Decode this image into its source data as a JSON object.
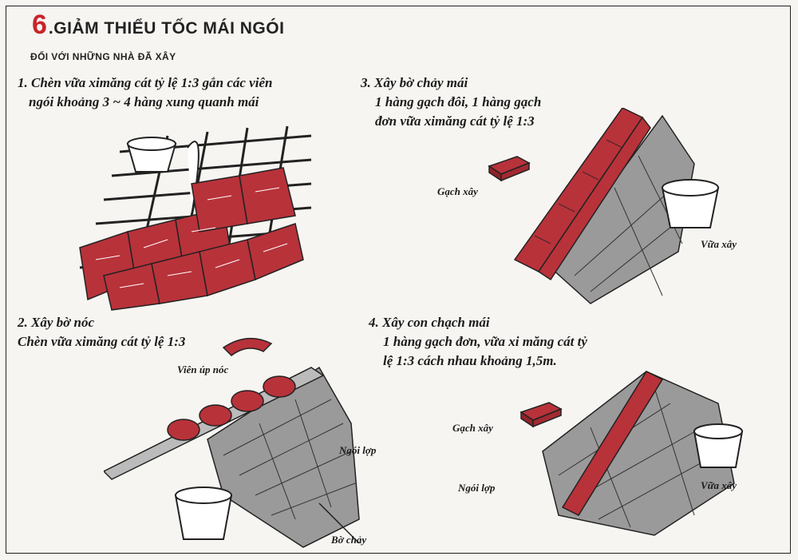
{
  "header": {
    "number": "6",
    "title": ".GIẢM THIỂU TỐC MÁI NGÓI",
    "subtitle": "ĐỐI VỚI NHỮNG NHÀ ĐÃ XÂY"
  },
  "steps": [
    {
      "line1": "1. Chèn vữa ximăng cát tỷ lệ 1:3 gắn các viên",
      "line2": "ngói khoảng 3 ~ 4 hàng xung quanh mái"
    },
    {
      "line1": "2. Xây bờ nóc",
      "line2": "Chèn vữa ximăng cát tỷ lệ 1:3"
    },
    {
      "line1": "3. Xây bờ chảy mái",
      "line2": "1 hàng gạch đôi, 1 hàng gạch",
      "line3": "đơn vữa ximăng cát tỷ lệ 1:3"
    },
    {
      "line1": "4. Xây con chạch mái",
      "line2": "1 hàng gạch đơn, vữa xi măng cát tỷ",
      "line3": "lệ 1:3 cách nhau khoảng 1,5m."
    }
  ],
  "labels": {
    "vien_up_noc": "Viên úp nóc",
    "ngoi_lop_2": "Ngói lợp",
    "bo_chay": "Bờ chảy",
    "gach_xay_3": "Gạch xây",
    "vua_xay_3": "Vữa xây",
    "gach_xay_4": "Gạch xây",
    "ngoi_lop_4": "Ngói lợp",
    "vua_xay_4": "Vữa xây"
  },
  "colors": {
    "accent": "#c8252c",
    "tile_red": "#b8323a",
    "slate_grey": "#9a9a9a",
    "ink": "#1b1b1b"
  }
}
